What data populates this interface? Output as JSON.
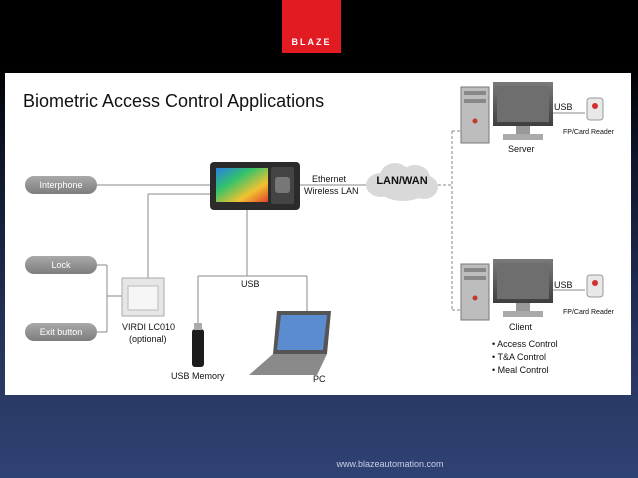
{
  "brand": {
    "logo_text": "BLAZE"
  },
  "slide": {
    "title": "Biometric Access Control Applications",
    "footer_url": "www.blazeautomation.com"
  },
  "diagram": {
    "pills": {
      "interphone": "Interphone",
      "lock": "Lock",
      "exit_button": "Exit button"
    },
    "device_lc010": {
      "name": "VIRDI LC010",
      "note": "(optional)"
    },
    "link_labels": {
      "ethernet": "Ethernet",
      "wireless": "Wireless LAN",
      "usb": "USB"
    },
    "network": "LAN/WAN",
    "usb_memory": "USB Memory",
    "pc": "PC",
    "server": {
      "label": "Server",
      "usb": "USB",
      "reader": "FP/Card Reader"
    },
    "client": {
      "label": "Client",
      "usb": "USB",
      "reader": "FP/Card Reader",
      "features": [
        "• Access Control",
        "• T&A Control",
        "• Meal Control"
      ]
    }
  },
  "colors": {
    "logo_red": "#e21b22",
    "line_gray": "#8a8a8a"
  }
}
